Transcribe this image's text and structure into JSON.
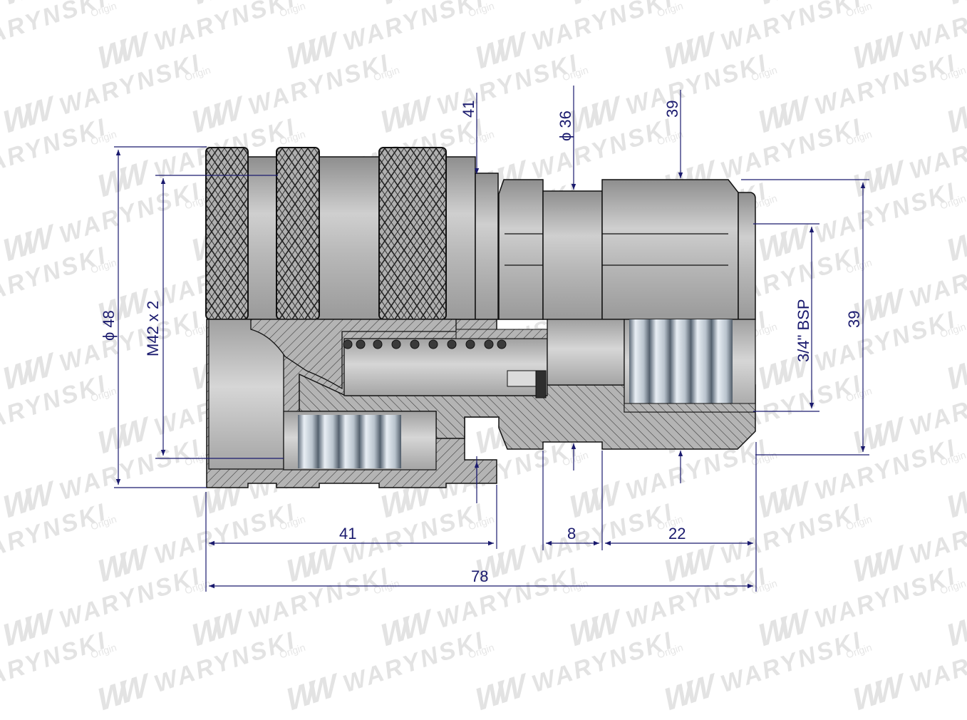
{
  "watermark": {
    "brand": "WARYNSKI",
    "sub": "Origin",
    "logo": "W",
    "color": "#e3e3e3"
  },
  "drawing": {
    "subject": "Hydraulic quick coupling socket, half-section view",
    "line_color": "#1a1a6e",
    "body_color": "#a9a9a9",
    "dimensions": {
      "outer_diameter": {
        "symbol": "ϕ",
        "value": "48",
        "label": "ϕ 48"
      },
      "coupling_thread": {
        "label": "M42 x 2"
      },
      "top_dim_left": {
        "label": "41"
      },
      "groove_diameter": {
        "symbol": "ϕ",
        "value": "36",
        "label": "ϕ 36"
      },
      "hex_size_top": {
        "label": "39"
      },
      "port_thread": {
        "label": "3/4\" BSP"
      },
      "hex_size_right": {
        "label": "39"
      },
      "length_front": {
        "label": "41"
      },
      "groove_width": {
        "label": "8"
      },
      "length_rear": {
        "label": "22"
      },
      "overall_length": {
        "label": "78"
      }
    }
  }
}
